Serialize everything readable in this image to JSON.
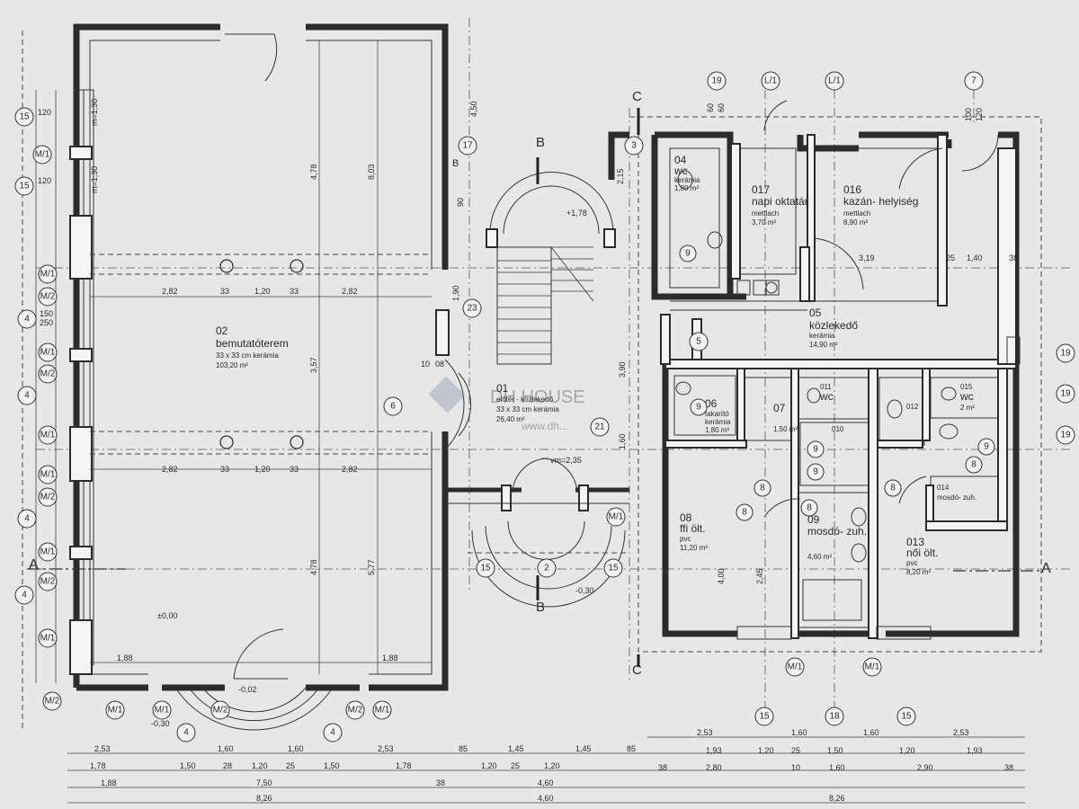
{
  "rooms": [
    {
      "id": "r02",
      "num": "02",
      "name": "bemutatóterem",
      "floor": "33 x 33 cm kerámia",
      "area": "103,20 m²"
    },
    {
      "id": "r01",
      "num": "01",
      "name": "előtér - közlekedő",
      "floor": "33 x 33 cm kerámia",
      "area": "26,40 m²"
    },
    {
      "id": "r04",
      "num": "04",
      "name": "wc",
      "floor": "kerámia",
      "area": "1,80 m²"
    },
    {
      "id": "r017",
      "num": "017",
      "name": "napi oktatár",
      "floor": "mettlach",
      "area": "3,70 m²"
    },
    {
      "id": "r016",
      "num": "016",
      "name": "kazán- helyiség",
      "floor": "mettlach",
      "area": "8,90 m²"
    },
    {
      "id": "r05",
      "num": "05",
      "name": "közlekedő",
      "floor": "kerámia",
      "area": "14,90 m²"
    },
    {
      "id": "r06",
      "num": "06",
      "name": "takarító",
      "floor": "kerámia",
      "area": "1,80 m²"
    },
    {
      "id": "r07",
      "num": "07",
      "name": "",
      "floor": "",
      "area": "1,50 m²"
    },
    {
      "id": "r011",
      "num": "011",
      "name": "wc",
      "floor": "",
      "area": ""
    },
    {
      "id": "r010",
      "num": "010",
      "name": "",
      "floor": "",
      "area": ""
    },
    {
      "id": "r012",
      "num": "012",
      "name": "",
      "floor": "",
      "area": ""
    },
    {
      "id": "r015",
      "num": "015",
      "name": "wc",
      "floor": "",
      "area": "2 m²"
    },
    {
      "id": "r08",
      "num": "08",
      "name": "ffi ölt.",
      "floor": "pvc",
      "area": "11,20 m²"
    },
    {
      "id": "r09",
      "num": "09",
      "name": "mosdó- zuh.",
      "floor": "",
      "area": "4,60 m²"
    },
    {
      "id": "r014",
      "num": "014",
      "name": "mosdó- zuh.",
      "floor": "",
      "area": ""
    },
    {
      "id": "r013",
      "num": "013",
      "name": "női ölt.",
      "floor": "pvc",
      "area": "8,20 m²"
    }
  ],
  "axis_bubbles": [
    "15",
    "M/1",
    "15",
    "M/1",
    "M/2",
    "4",
    "M/1",
    "M/2",
    "4",
    "M/1",
    "M/1",
    "M/2",
    "4",
    "M/1",
    "M/2",
    "4",
    "M/1",
    "M/2",
    "M/1",
    "M/1",
    "M/2",
    "4",
    "M/2",
    "M/1",
    "4",
    "6",
    "17",
    "23",
    "3",
    "21",
    "19",
    "L/1",
    "L/1",
    "7",
    "5",
    "9",
    "9",
    "9",
    "9",
    "9",
    "8",
    "8",
    "8",
    "8",
    "8",
    "19",
    "19",
    "19",
    "15",
    "2",
    "15",
    "M/1",
    "M/1",
    "15",
    "18",
    "15",
    "M/1"
  ],
  "section_marks": [
    "A",
    "A",
    "B",
    "B",
    "B",
    "C",
    "C"
  ],
  "dims_top": [
    "120",
    "120",
    "m=1,30",
    "m=1,30",
    "150",
    "250",
    "4,50",
    "2,15",
    "60",
    "60",
    "100",
    "120"
  ],
  "dims_plan": [
    "2,82",
    "33",
    "1,20",
    "33",
    "2,82",
    "2,82",
    "33",
    "1,20",
    "33",
    "2,82",
    "4,78",
    "8,03",
    "3,57",
    "4,78",
    "5,77",
    "1,88",
    "1,88",
    "90",
    "1,90",
    "3,90",
    "1,60",
    "4,00",
    "2,45",
    "3,19",
    "1,40",
    "25",
    "38",
    "10",
    "08"
  ],
  "dims_bottom_row1": [
    "2,53",
    "1,60",
    "1,60",
    "2,53",
    "85",
    "1,45",
    "1,45",
    "85",
    "2,53",
    "1,60",
    "1,60",
    "2,53"
  ],
  "dims_bottom_row2": [
    "1,78",
    "1,50",
    "28",
    "1,20",
    "25",
    "1,50",
    "1,78",
    "1,20",
    "25",
    "1,20",
    "1,93",
    "1,20",
    "25",
    "1,50",
    "1,20",
    "1,93"
  ],
  "dims_bottom_row3": [
    "1,88",
    "7,50",
    "38",
    "4,60",
    "38",
    "2,80",
    "10",
    "1,60",
    "2,90",
    "38"
  ],
  "dims_bottom_row4": [
    "8,26",
    "4,60",
    "8,26"
  ],
  "levels": [
    "±0,00",
    "-0,02",
    "-0,30",
    "-0,30",
    "+1,78"
  ],
  "stair_note": "vm=2,35",
  "watermark": "DH HOUSE",
  "watermark_url": "www.dh..."
}
